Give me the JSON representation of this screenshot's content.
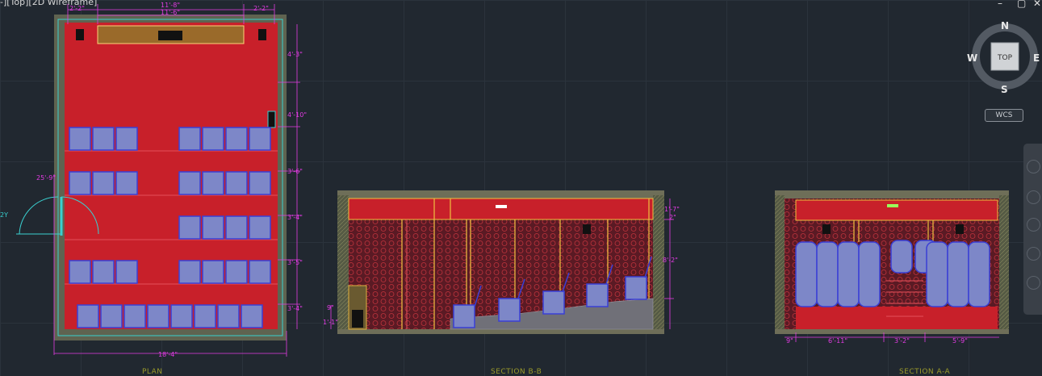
{
  "viewport": {
    "label": "-][Top][2D Wireframe]"
  },
  "viewcube": {
    "top_label": "TOP",
    "north": "N",
    "south": "S",
    "east": "E",
    "west": "W",
    "wcs_label": "WCS"
  },
  "captions": {
    "plan": "PLAN",
    "section_bb": "SECTION B-B",
    "section_aa": "SECTION A-A"
  },
  "plan_dims": {
    "top_left": "2'-2\"",
    "top_mid_a": "11'-8\"",
    "top_mid_b": "11'-6\"",
    "top_right": "2'-2\"",
    "right_1": "4'-3\"",
    "right_2": "4'-10\"",
    "right_3": "3'-6\"",
    "right_4": "3'-4\"",
    "right_5": "3'-5\"",
    "right_6": "3'-4\"",
    "left_height": "25'-9\"",
    "bottom_width": "18'-4\"",
    "door_tag": "2Y"
  },
  "section_bb_dims": {
    "r1": "1'-7\"",
    "r2": "2\"",
    "r3": "8'-2\"",
    "l1": "9\"",
    "l2": "1'-1\""
  },
  "section_aa_dims": {
    "b1": "9\"",
    "b2": "6'-11\"",
    "b3": "3'-2\"",
    "b4": "5'-9\""
  },
  "colors": {
    "background": "#212830",
    "floor": "#c8202a",
    "seat": "#7d87c8",
    "seat_edge": "#3a3fd6",
    "wall": "#6e6e58",
    "dim": "#e33be3"
  }
}
